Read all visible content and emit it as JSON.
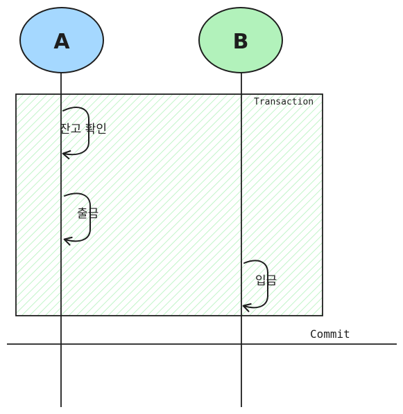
{
  "actors": [
    {
      "id": "a",
      "label": "A",
      "fill": "#a5d8ff"
    },
    {
      "id": "b",
      "label": "B",
      "fill": "#b2f2bb"
    }
  ],
  "transaction": {
    "label": "Transaction",
    "hatch_color": "#b2f2bb",
    "border_color": "#1e1e1e"
  },
  "steps": [
    {
      "actor": "a",
      "label": "잔고 확인"
    },
    {
      "actor": "a",
      "label": "출금"
    },
    {
      "actor": "b",
      "label": "입금"
    }
  ],
  "commit": {
    "label": "Commit"
  },
  "colors": {
    "stroke": "#1e1e1e",
    "background": "#ffffff"
  }
}
